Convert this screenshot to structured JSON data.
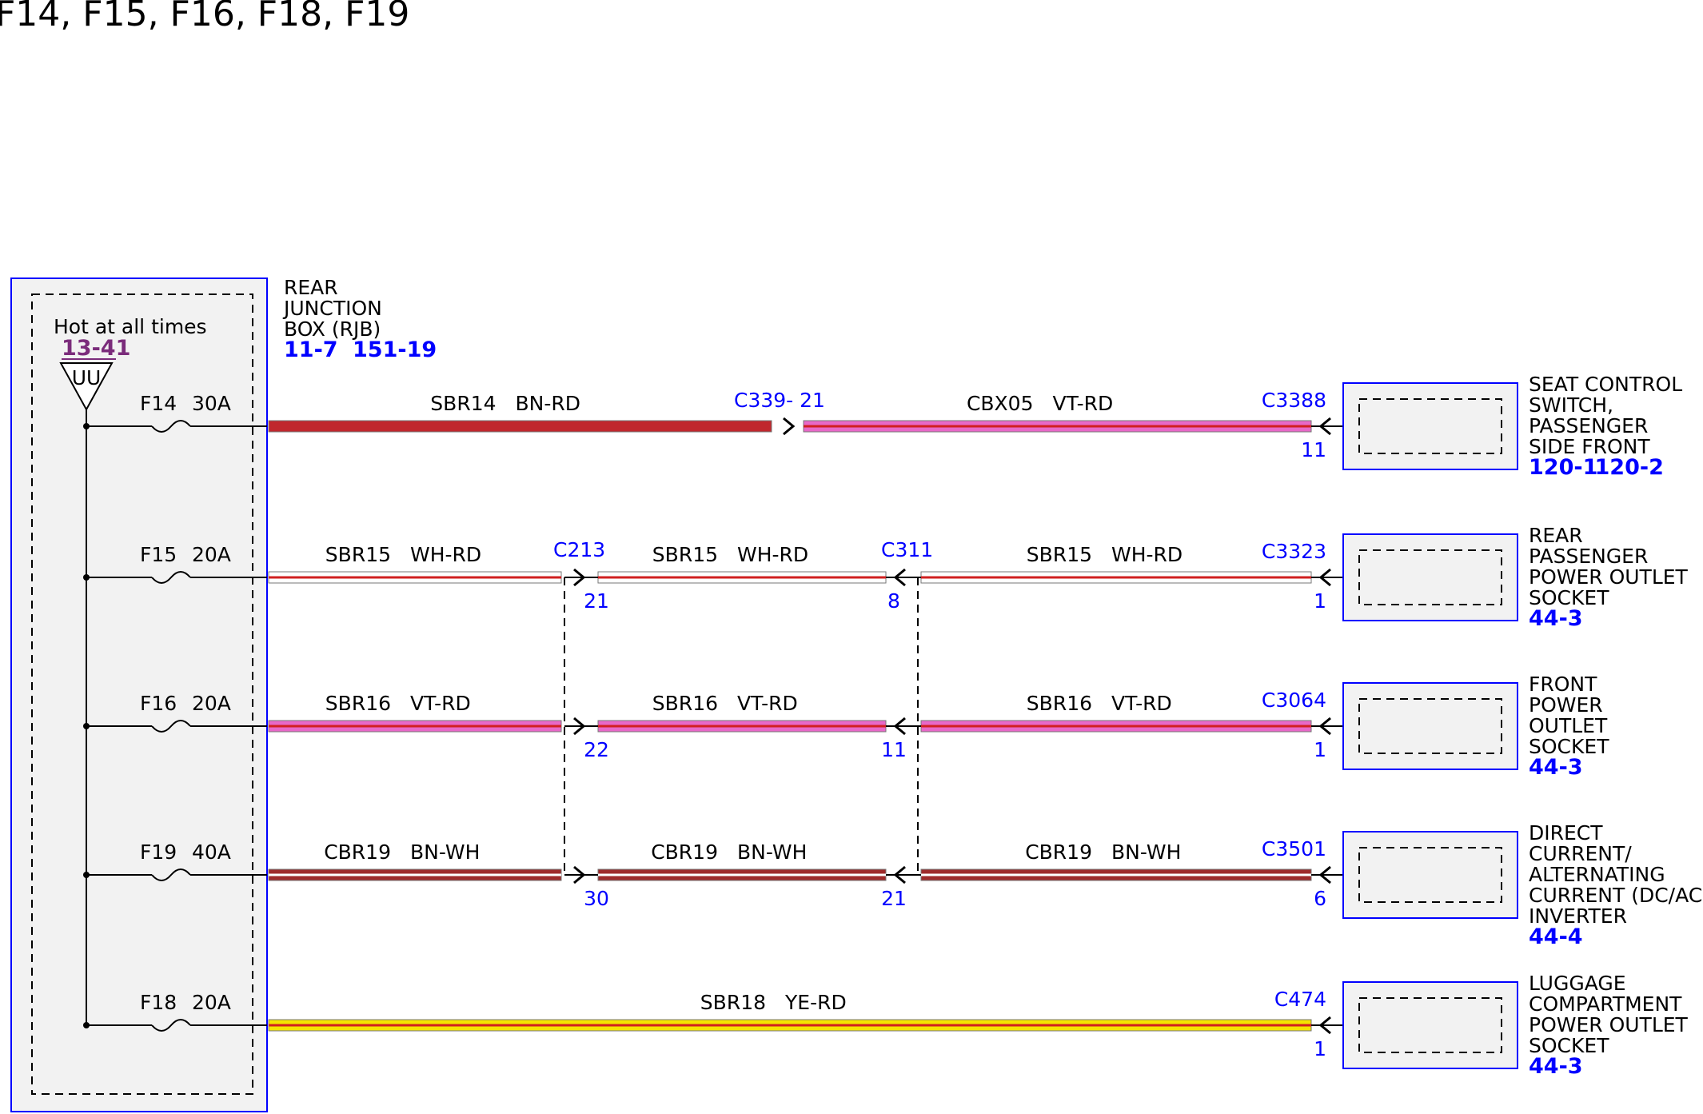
{
  "title": "F14, F15, F16, F18, F19",
  "colors": {
    "box_border": "#0000ff",
    "box_fill": "#f2f2f2",
    "link": "#0000ff",
    "purple": "#7b2c7b",
    "BN-RD": "#c0272d",
    "VT-RD": "#e868c8",
    "WH-RD": "#ffffff",
    "BN-WH": "#9e2a2a",
    "YE-RD": "#f5e400"
  },
  "rjb": {
    "label_lines": [
      "REAR",
      "JUNCTION",
      "BOX (RJB)"
    ],
    "refs": [
      "11-7",
      "151-19"
    ],
    "hot_label": "Hot at all times",
    "hot_ref": "13-41",
    "connector": "UU"
  },
  "circuits": [
    {
      "fuse": "F14",
      "amps": "30A",
      "segments": [
        {
          "circuit": "SBR14",
          "color": "BN-RD"
        },
        {
          "circuit": "CBX05",
          "color": "VT-RD"
        }
      ],
      "inline": [
        {
          "connector": "C339",
          "pin": "21",
          "label": "C339- 21"
        }
      ],
      "end_connector": "C3388",
      "end_pin": "11",
      "component": [
        "SEAT CONTROL",
        "SWITCH,",
        "PASSENGER",
        "SIDE FRONT"
      ],
      "refs": [
        "120-1",
        "120-2"
      ]
    },
    {
      "fuse": "F15",
      "amps": "20A",
      "segments": [
        {
          "circuit": "SBR15",
          "color": "WH-RD"
        },
        {
          "circuit": "SBR15",
          "color": "WH-RD"
        },
        {
          "circuit": "SBR15",
          "color": "WH-RD"
        }
      ],
      "inline": [
        {
          "connector": "C213",
          "pin": "21"
        },
        {
          "connector": "C311",
          "pin": "8"
        }
      ],
      "end_connector": "C3323",
      "end_pin": "1",
      "component": [
        "REAR",
        "PASSENGER",
        "POWER OUTLET",
        "SOCKET"
      ],
      "refs": [
        "44-3"
      ]
    },
    {
      "fuse": "F16",
      "amps": "20A",
      "segments": [
        {
          "circuit": "SBR16",
          "color": "VT-RD"
        },
        {
          "circuit": "SBR16",
          "color": "VT-RD"
        },
        {
          "circuit": "SBR16",
          "color": "VT-RD"
        }
      ],
      "inline": [
        {
          "connector": "",
          "pin": "22"
        },
        {
          "connector": "",
          "pin": "11"
        }
      ],
      "end_connector": "C3064",
      "end_pin": "1",
      "component": [
        "FRONT",
        "POWER",
        "OUTLET",
        "SOCKET"
      ],
      "refs": [
        "44-3"
      ]
    },
    {
      "fuse": "F19",
      "amps": "40A",
      "segments": [
        {
          "circuit": "CBR19",
          "color": "BN-WH"
        },
        {
          "circuit": "CBR19",
          "color": "BN-WH"
        },
        {
          "circuit": "CBR19",
          "color": "BN-WH"
        }
      ],
      "inline": [
        {
          "connector": "",
          "pin": "30"
        },
        {
          "connector": "",
          "pin": "21"
        }
      ],
      "end_connector": "C3501",
      "end_pin": "6",
      "component": [
        "DIRECT",
        "CURRENT/",
        "ALTERNATING",
        "CURRENT (DC/AC)",
        "INVERTER"
      ],
      "refs": [
        "44-4"
      ]
    },
    {
      "fuse": "F18",
      "amps": "20A",
      "segments": [
        {
          "circuit": "SBR18",
          "color": "YE-RD"
        }
      ],
      "inline": [],
      "end_connector": "C474",
      "end_pin": "1",
      "component": [
        "LUGGAGE",
        "COMPARTMENT",
        "POWER OUTLET",
        "SOCKET"
      ],
      "refs": [
        "44-3"
      ]
    }
  ]
}
